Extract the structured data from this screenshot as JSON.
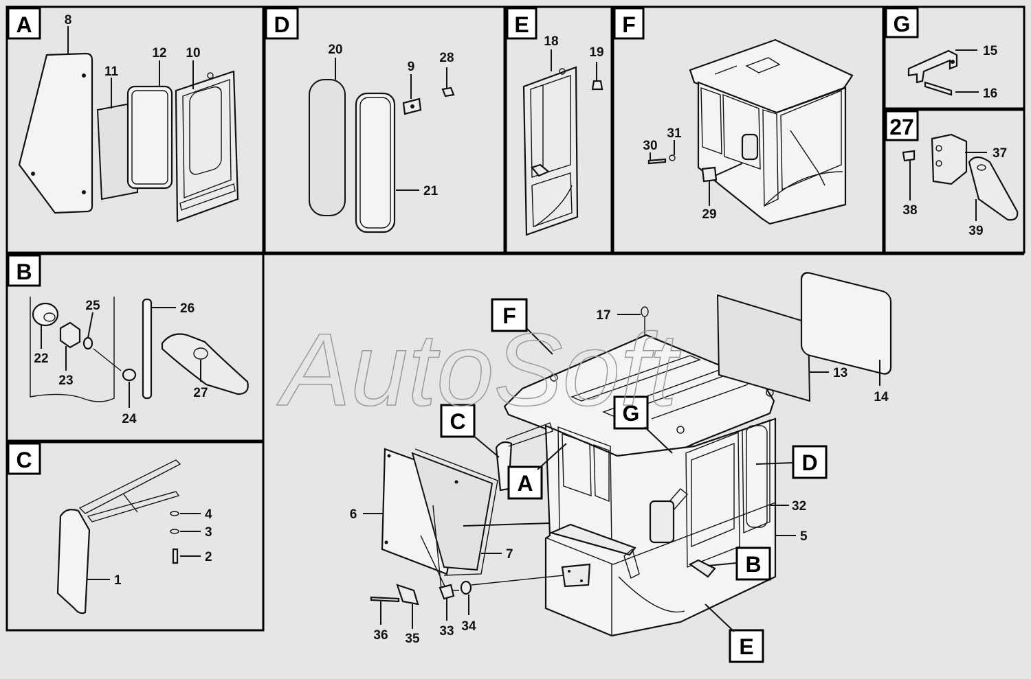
{
  "watermark": "AutoSoft",
  "panels": [
    {
      "letter": "A",
      "parts": [
        "8",
        "11",
        "12",
        "10"
      ]
    },
    {
      "letter": "D",
      "parts": [
        "20",
        "9",
        "28",
        "21"
      ]
    },
    {
      "letter": "E",
      "parts": [
        "18",
        "19"
      ]
    },
    {
      "letter": "F",
      "parts": [
        "30",
        "31",
        "29"
      ]
    },
    {
      "letter": "G",
      "parts": [
        "15",
        "16"
      ]
    },
    {
      "letter": "27",
      "parts": [
        "37",
        "38",
        "39"
      ]
    },
    {
      "letter": "B",
      "parts": [
        "25",
        "26",
        "22",
        "23",
        "24",
        "27"
      ]
    },
    {
      "letter": "C",
      "parts": [
        "4",
        "3",
        "2",
        "1"
      ]
    }
  ],
  "main_callouts": [
    "F",
    "G",
    "C",
    "A",
    "D",
    "B",
    "E"
  ],
  "main_parts": [
    "17",
    "13",
    "14",
    "6",
    "7",
    "32",
    "5",
    "36",
    "35",
    "33",
    "34"
  ]
}
